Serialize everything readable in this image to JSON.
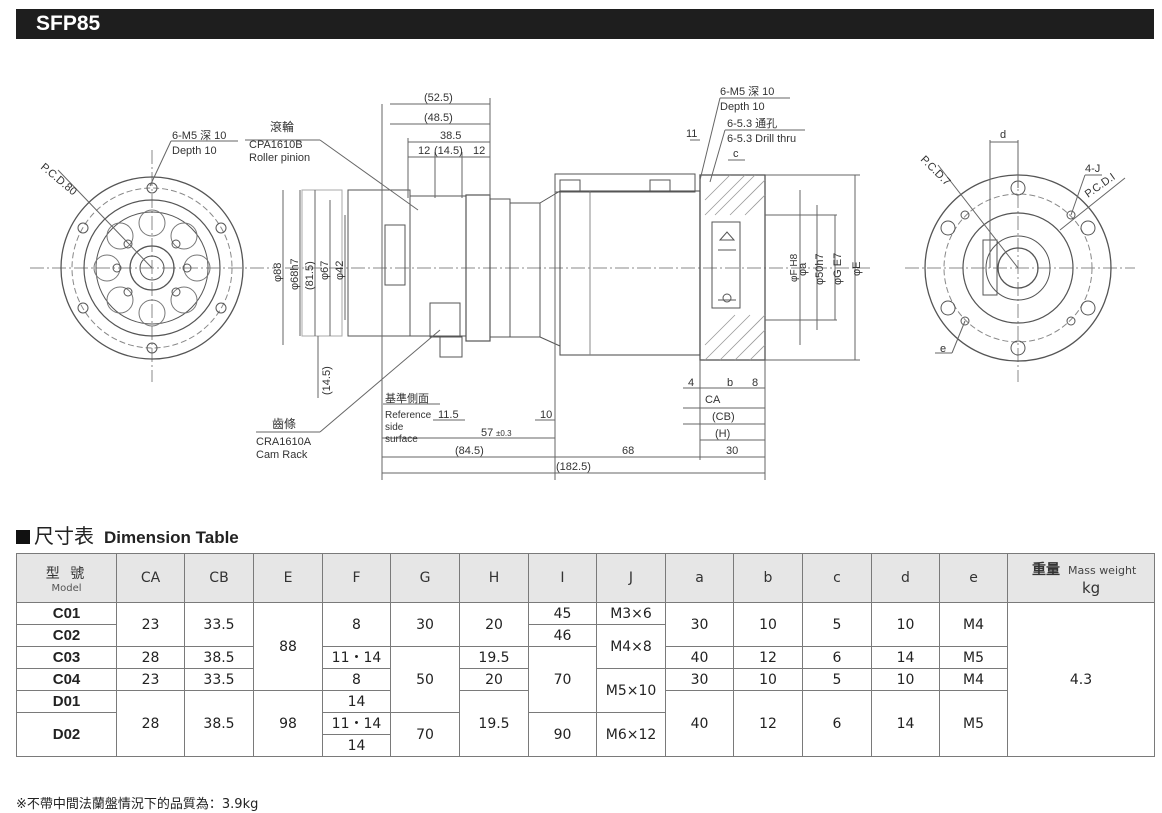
{
  "header": {
    "title": "SFP85"
  },
  "drawing": {
    "front_left": {
      "pcd": "P.C.D.80",
      "tap": "6-M5 深 10",
      "depth": "Depth 10"
    },
    "side": {
      "roller_zh": "滾輪",
      "roller_code": "CPA1610B",
      "roller_en": "Roller pinion",
      "rack_zh": "齒條",
      "rack_code": "CRA1610A",
      "rack_en": "Cam Rack",
      "ref_zh": "基準側面",
      "ref_en1": "Reference",
      "ref_en2": "side",
      "ref_en3": "surface",
      "dims": {
        "d52": "(52.5)",
        "d48": "(48.5)",
        "d38": "38.5",
        "d12a": "12",
        "d14": "(14.5)",
        "d12b": "12",
        "phi88": "φ88",
        "phi68": "φ68h7",
        "d81": "(81.5)",
        "phi67": "φ67",
        "phi42": "φ42",
        "d145": "(14.5)",
        "d115": "11.5",
        "d10": "10",
        "d57": "57",
        "d57tol": "±0.3",
        "d845": "(84.5)",
        "d68": "68",
        "d1825": "(182.5)"
      }
    },
    "flange": {
      "tap": "6-M5 深 10",
      "depth": "Depth 10",
      "hole": "6-5.3 通孔",
      "drill": "6-5.3 Drill thru",
      "d11": "11",
      "c": "c",
      "phia": "φa",
      "phif": "φF H8",
      "phi50": "φ50h7",
      "phig": "φG E7",
      "phie": "φE",
      "d4": "4",
      "b": "b",
      "d8": "8",
      "ca": "CA",
      "cb": "(CB)",
      "h": "(H)",
      "d30": "30"
    },
    "front_right": {
      "pcd7": "P.C.D.7",
      "pcdi": "P.C.D.I",
      "j": "4-J",
      "d": "d",
      "e": "e"
    }
  },
  "table": {
    "title_zh": "尺寸表",
    "title_en": "Dimension Table",
    "model_zh": "型 號",
    "model_en": "Model",
    "cols": [
      "CA",
      "CB",
      "E",
      "F",
      "G",
      "H",
      "I",
      "J",
      "a",
      "b",
      "c",
      "d",
      "e"
    ],
    "mass_zh": "重量",
    "mass_en": "Mass weight",
    "mass_unit": "kg",
    "models": [
      "C01",
      "C02",
      "C03",
      "C04",
      "D01",
      "D02"
    ],
    "ca": [
      "23",
      "28",
      "23",
      "28"
    ],
    "cb": [
      "33.5",
      "38.5",
      "33.5",
      "38.5"
    ],
    "e": [
      "88",
      "98"
    ],
    "f": [
      "8",
      "11・14",
      "8",
      "14",
      "11・14",
      "14"
    ],
    "g": [
      "30",
      "50",
      "70"
    ],
    "h": [
      "20",
      "19.5",
      "20",
      "19.5"
    ],
    "i": [
      "45",
      "46",
      "70",
      "90"
    ],
    "j": [
      "M3×6",
      "M4×8",
      "M5×10",
      "M6×12"
    ],
    "a": [
      "30",
      "40",
      "30",
      "40"
    ],
    "b": [
      "10",
      "12",
      "10",
      "12"
    ],
    "c": [
      "5",
      "6",
      "5",
      "6"
    ],
    "d": [
      "10",
      "14",
      "10",
      "14"
    ],
    "ev": [
      "M4",
      "M5",
      "M4",
      "M5"
    ],
    "mass": "4.3"
  },
  "footnote": "※不帶中間法蘭盤情況下的品質為：3.9kg"
}
